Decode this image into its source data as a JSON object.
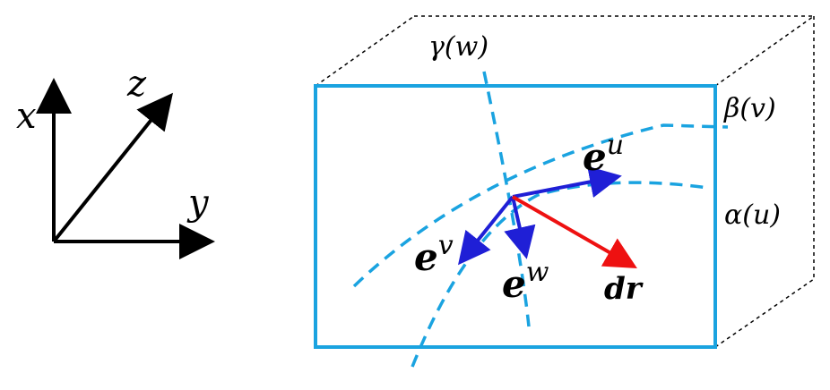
{
  "axes": {
    "x_label": "x",
    "y_label": "y",
    "z_label": "z"
  },
  "curves": {
    "gamma": "γ(w)",
    "beta": "β(v)",
    "alpha": "α(u)"
  },
  "vectors": {
    "e_u_base": "e",
    "e_u_sup": "u",
    "e_v_base": "e",
    "e_v_sup": "v",
    "e_w_base": "e",
    "e_w_sup": "w",
    "dr": "dr"
  },
  "colors": {
    "box": "#1aa3e0",
    "curve": "#1aa3e0",
    "basis": "#1f1fd6",
    "dr": "#ee1111",
    "axis": "#000000",
    "box_hidden": "#000000"
  }
}
